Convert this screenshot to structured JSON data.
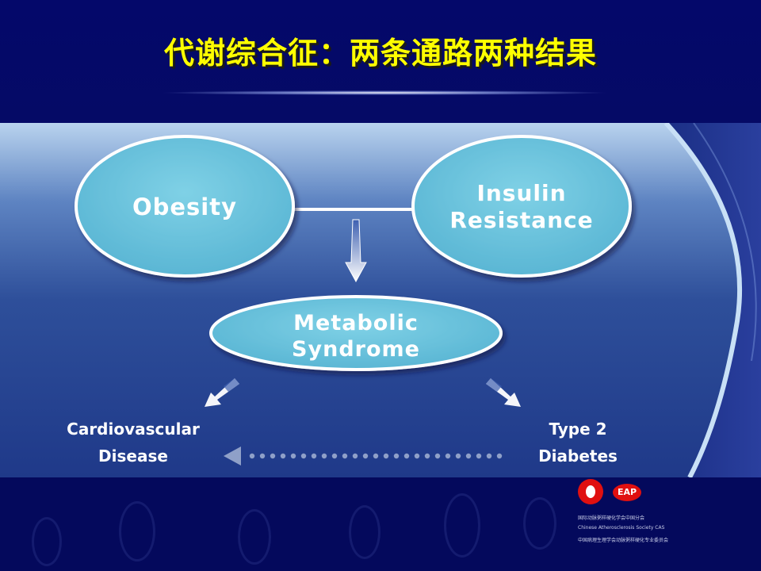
{
  "slide": {
    "title": "代谢综合征：两条通路两种结果"
  },
  "diagram": {
    "obesity": [
      "Obesity"
    ],
    "insulin_resistance": [
      "Insulin",
      "Resistance"
    ],
    "metabolic_syndrome": [
      "Metabolic",
      "Syndrome"
    ],
    "cardiovascular_disease": [
      "Cardiovascular",
      "Disease"
    ],
    "type2_diabetes": [
      "Type 2",
      "Diabetes"
    ]
  },
  "logo": {
    "badge_text": "EAP",
    "line1": "国际动脉粥样硬化学会中国分会",
    "line2": "Chinese Atherosclerosis Society CAS",
    "line3": "中国病理生理学会动脉粥样硬化专业委员会"
  },
  "colors": {
    "title": "#ffff00",
    "ellipse_fill": "#6ec6de",
    "ellipse_stroke": "#ffffff",
    "label": "#ffffff",
    "background": "#04095c"
  }
}
